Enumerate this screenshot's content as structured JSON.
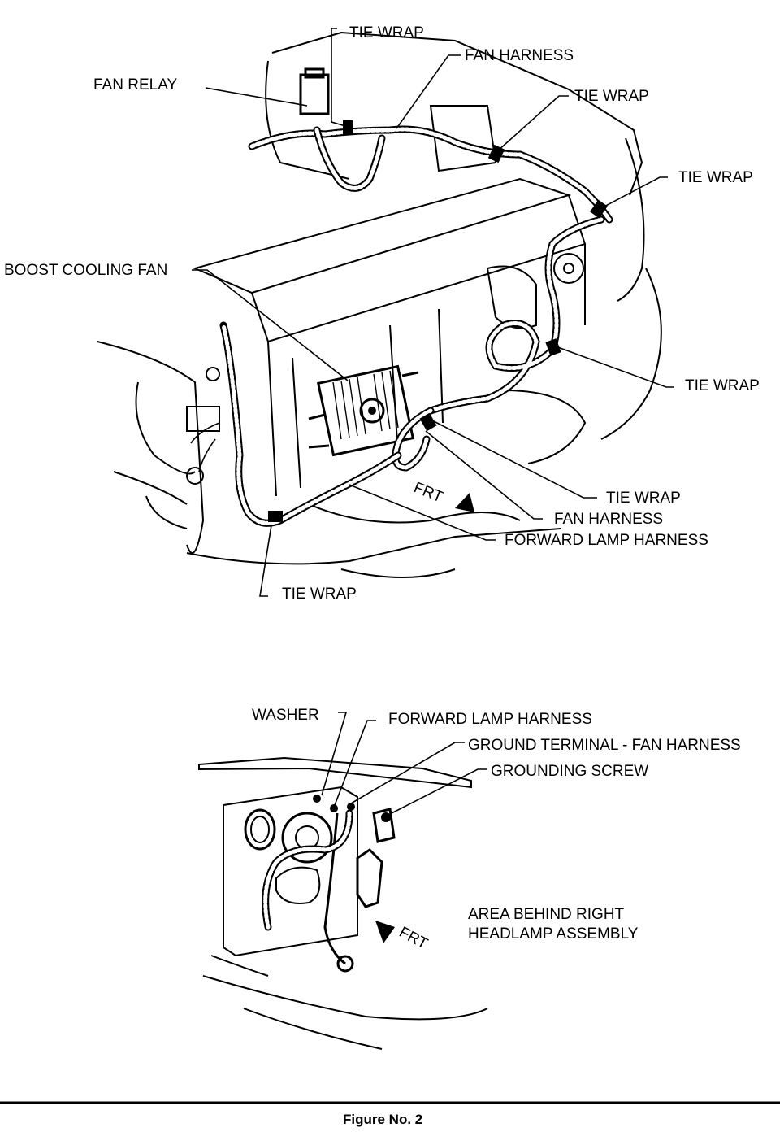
{
  "top_figure": {
    "labels": {
      "tie_wrap_1": "TIE WRAP",
      "fan_harness_1": "FAN HARNESS",
      "fan_relay": "FAN RELAY",
      "tie_wrap_2": "TIE WRAP",
      "tie_wrap_3": "TIE WRAP",
      "boost_cooling_fan": "BOOST COOLING FAN",
      "tie_wrap_4": "TIE WRAP",
      "tie_wrap_5": "TIE WRAP",
      "fan_harness_2": "FAN HARNESS",
      "forward_lamp_harness": "FORWARD LAMP HARNESS",
      "tie_wrap_6": "TIE WRAP",
      "frt": "FRT"
    }
  },
  "bottom_figure": {
    "labels": {
      "washer": "WASHER",
      "forward_lamp_harness": "FORWARD LAMP HARNESS",
      "ground_terminal": "GROUND TERMINAL - FAN HARNESS",
      "grounding_screw": "GROUNDING SCREW",
      "area_line1": "AREA BEHIND RIGHT",
      "area_line2": "HEADLAMP ASSEMBLY",
      "frt": "FRT"
    }
  },
  "caption": "Figure No. 2"
}
